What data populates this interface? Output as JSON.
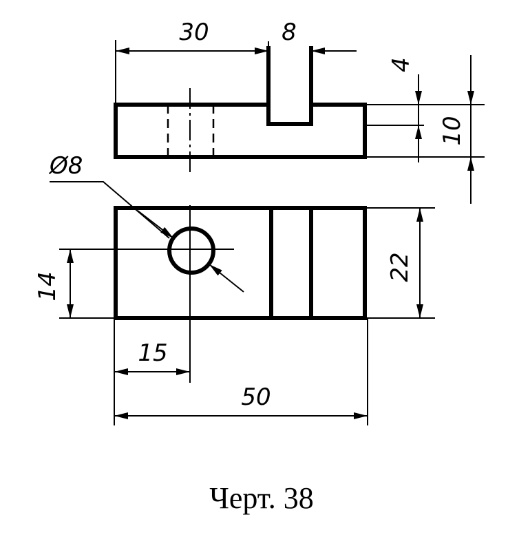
{
  "dimensions": {
    "d30": "30",
    "d8": "8",
    "d4": "4",
    "d10": "10",
    "diam": "Ø8",
    "d14": "14",
    "d22": "22",
    "d15": "15",
    "d50": "50"
  },
  "caption": "Черт. 38"
}
